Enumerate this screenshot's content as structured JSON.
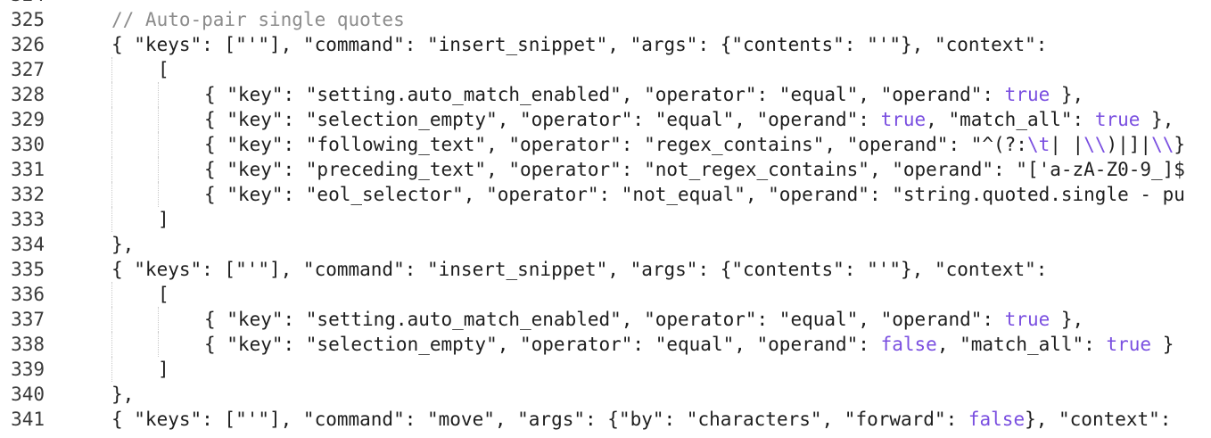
{
  "editor": {
    "top_partial_line_number": "324",
    "lines": [
      {
        "num": "325",
        "indent": 0,
        "tokens": [
          {
            "t": "// Auto-pair single quotes",
            "c": "comment"
          }
        ]
      },
      {
        "num": "326",
        "indent": 0,
        "tokens": [
          {
            "t": "{ \"keys\": [\"'\"], \"command\": \"insert_snippet\", \"args\": {\"contents\": \"'\"}, \"context\":",
            "c": "plain"
          }
        ]
      },
      {
        "num": "327",
        "indent": 1,
        "tokens": [
          {
            "t": "[",
            "c": "plain"
          }
        ]
      },
      {
        "num": "328",
        "indent": 2,
        "tokens": [
          {
            "t": "{ \"key\": \"setting.auto_match_enabled\", \"operator\": \"equal\", \"operand\": ",
            "c": "plain"
          },
          {
            "t": "true",
            "c": "kw"
          },
          {
            "t": " },",
            "c": "plain"
          }
        ]
      },
      {
        "num": "329",
        "indent": 2,
        "tokens": [
          {
            "t": "{ \"key\": \"selection_empty\", \"operator\": \"equal\", \"operand\": ",
            "c": "plain"
          },
          {
            "t": "true",
            "c": "kw"
          },
          {
            "t": ", \"match_all\": ",
            "c": "plain"
          },
          {
            "t": "true",
            "c": "kw"
          },
          {
            "t": " },",
            "c": "plain"
          }
        ]
      },
      {
        "num": "330",
        "indent": 2,
        "tokens": [
          {
            "t": "{ \"key\": \"following_text\", \"operator\": \"regex_contains\", \"operand\": \"^(?:",
            "c": "plain"
          },
          {
            "t": "\\t",
            "c": "esc"
          },
          {
            "t": "| |",
            "c": "plain"
          },
          {
            "t": "\\\\",
            "c": "esc"
          },
          {
            "t": ")|]|",
            "c": "plain"
          },
          {
            "t": "\\\\",
            "c": "esc"
          },
          {
            "t": "}",
            "c": "plain"
          }
        ]
      },
      {
        "num": "331",
        "indent": 2,
        "tokens": [
          {
            "t": "{ \"key\": \"preceding_text\", \"operator\": \"not_regex_contains\", \"operand\": \"['a-zA-Z0-9_]$",
            "c": "plain"
          }
        ]
      },
      {
        "num": "332",
        "indent": 2,
        "tokens": [
          {
            "t": "{ \"key\": \"eol_selector\", \"operator\": \"not_equal\", \"operand\": \"string.quoted.single - pu",
            "c": "plain"
          }
        ]
      },
      {
        "num": "333",
        "indent": 1,
        "tokens": [
          {
            "t": "]",
            "c": "plain"
          }
        ]
      },
      {
        "num": "334",
        "indent": 0,
        "tokens": [
          {
            "t": "},",
            "c": "plain"
          }
        ]
      },
      {
        "num": "335",
        "indent": 0,
        "tokens": [
          {
            "t": "{ \"keys\": [\"'\"], \"command\": \"insert_snippet\", \"args\": {\"contents\": \"'\"}, \"context\":",
            "c": "plain"
          }
        ]
      },
      {
        "num": "336",
        "indent": 1,
        "tokens": [
          {
            "t": "[",
            "c": "plain"
          }
        ]
      },
      {
        "num": "337",
        "indent": 2,
        "tokens": [
          {
            "t": "{ \"key\": \"setting.auto_match_enabled\", \"operator\": \"equal\", \"operand\": ",
            "c": "plain"
          },
          {
            "t": "true",
            "c": "kw"
          },
          {
            "t": " },",
            "c": "plain"
          }
        ]
      },
      {
        "num": "338",
        "indent": 2,
        "tokens": [
          {
            "t": "{ \"key\": \"selection_empty\", \"operator\": \"equal\", \"operand\": ",
            "c": "plain"
          },
          {
            "t": "false",
            "c": "kw"
          },
          {
            "t": ", \"match_all\": ",
            "c": "plain"
          },
          {
            "t": "true",
            "c": "kw"
          },
          {
            "t": " }",
            "c": "plain"
          }
        ]
      },
      {
        "num": "339",
        "indent": 1,
        "tokens": [
          {
            "t": "]",
            "c": "plain"
          }
        ]
      },
      {
        "num": "340",
        "indent": 0,
        "tokens": [
          {
            "t": "},",
            "c": "plain"
          }
        ]
      },
      {
        "num": "341",
        "indent": 0,
        "tokens": [
          {
            "t": "{ \"keys\": [\"'\"], \"command\": \"move\", \"args\": {\"by\": \"characters\", \"forward\": ",
            "c": "plain"
          },
          {
            "t": "false",
            "c": "kw"
          },
          {
            "t": "}, \"context\":",
            "c": "plain"
          }
        ]
      }
    ],
    "colors": {
      "background": "#ffffff",
      "text": "#1e1e1e",
      "comment": "#8c8c8c",
      "keyword": "#7a4fe0",
      "line_number": "#3a3a3a",
      "indent_guide": "#c8c8c8"
    }
  }
}
